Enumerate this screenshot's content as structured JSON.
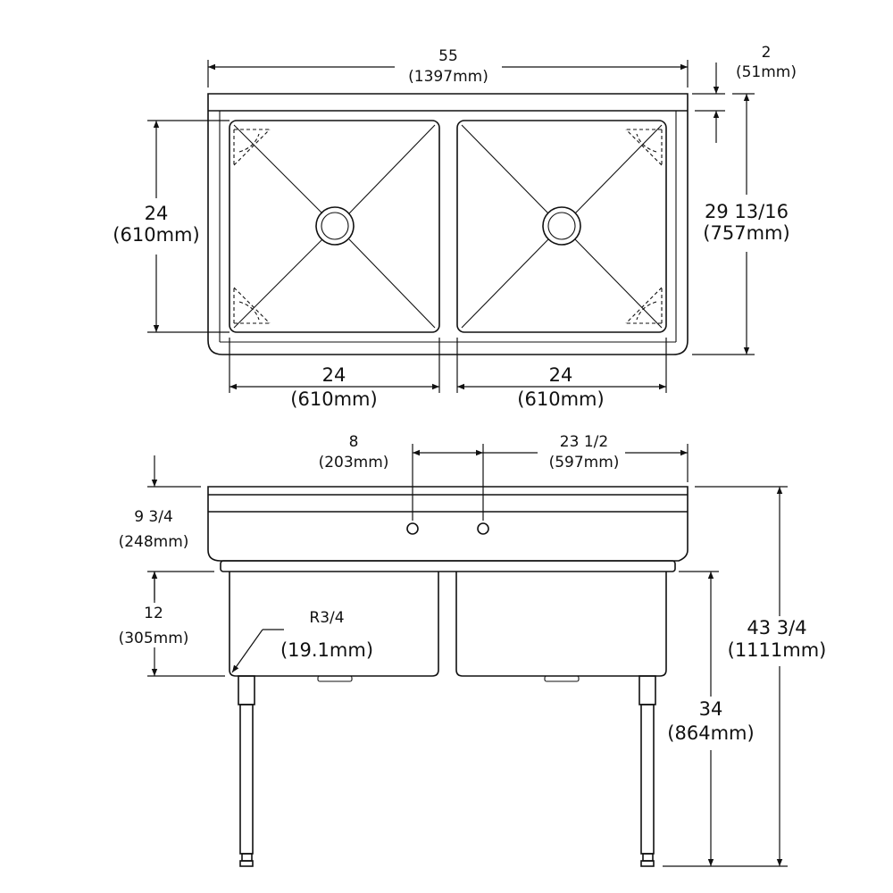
{
  "dimensions": {
    "overall_width": {
      "value": "55",
      "metric": "(1397mm)"
    },
    "backsplash": {
      "value": "2",
      "metric": "(51mm)"
    },
    "overall_depth": {
      "value": "29 13/16",
      "metric": "(757mm)"
    },
    "bowl_front_back": {
      "value": "24",
      "metric": "(610mm)"
    },
    "bowl_left_width": {
      "value": "24",
      "metric": "(610mm)"
    },
    "bowl_right_width": {
      "value": "24",
      "metric": "(610mm)"
    },
    "faucet_spacing": {
      "value": "8",
      "metric": "(203mm)"
    },
    "faucet_offset": {
      "value": "23 1/2",
      "metric": "(597mm)"
    },
    "backsplash_height": {
      "value": "9 3/4",
      "metric": "(248mm)"
    },
    "bowl_depth": {
      "value": "12",
      "metric": "(305mm)"
    },
    "corner_radius": {
      "value": "R3/4",
      "metric": "(19.1mm)"
    },
    "overall_height": {
      "value": "43 3/4",
      "metric": "(1111mm)"
    },
    "rim_height": {
      "value": "34",
      "metric": "(864mm)"
    }
  },
  "colors": {
    "line": "#111111",
    "background": "#ffffff"
  }
}
